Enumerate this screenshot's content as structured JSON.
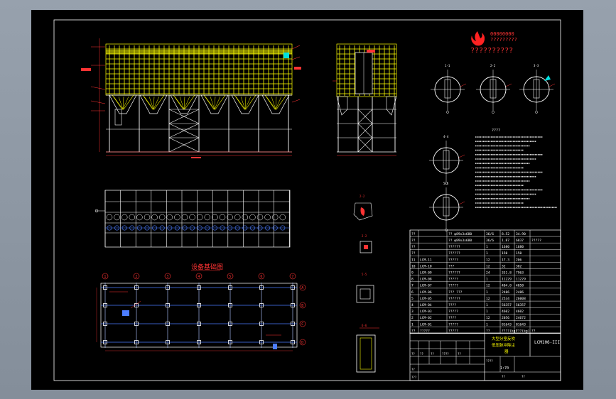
{
  "title_block": {
    "company_line1": "大型分室反吹",
    "company_line2": "低压脉冲除尘",
    "company_line3": "器",
    "drawing_no": "LCM106-III",
    "scale": "1:70",
    "sheet_marks": [
      "????",
      "??",
      "??"
    ],
    "small_marks": [
      "??",
      "??",
      "??",
      "????",
      "??",
      "??",
      "???"
    ]
  },
  "logo": {
    "brand": "?????????",
    "brand_top": "00000000",
    "subtitle": "??????????"
  },
  "plan_title": "设备基础图",
  "plan_axes_top": [
    "1",
    "2",
    "3",
    "4",
    "5",
    "6",
    "7"
  ],
  "plan_axes_right": [
    "A",
    "B",
    "C",
    "D"
  ],
  "section_labels": {
    "s1": "1-1",
    "s2": "2-2",
    "s3": "3-3",
    "s4": "4-4",
    "s5": "5-5",
    "s6": "6-6",
    "k1": "2-2",
    "k2": "2-2"
  },
  "notes_title": "????",
  "parts_table": {
    "rows": [
      {
        "no": "??",
        "code": "",
        "name": "?? φ89x3x680",
        "qty": "36/6",
        "w1": "8.52",
        "w2": "34.90",
        "rem": ""
      },
      {
        "no": "??",
        "code": "",
        "name": "?? φ89x3x680",
        "qty": "36/6",
        "w1": "1.87",
        "w2": "6837",
        "rem": "?????"
      },
      {
        "no": "??",
        "code": "",
        "name": "??????",
        "qty": "1",
        "w1": "1680",
        "w2": "1680",
        "rem": ""
      },
      {
        "no": "??",
        "code": "",
        "name": "??????",
        "qty": "1",
        "w1": "150",
        "w2": "150",
        "rem": ""
      },
      {
        "no": "11",
        "code": "LCM-11",
        "name": "?????",
        "qty": "12",
        "w1": "17.3",
        "w2": "206",
        "rem": ""
      },
      {
        "no": "10",
        "code": "LCM-10",
        "name": "???",
        "qty": "12",
        "w1": "32",
        "w2": "382",
        "rem": ""
      },
      {
        "no": "9",
        "code": "LCM-09",
        "name": "??????",
        "qty": "24",
        "w1": "331.8",
        "w2": "7963",
        "rem": ""
      },
      {
        "no": "8",
        "code": "LCM-08",
        "name": "?????",
        "qty": "1",
        "w1": "11229",
        "w2": "11229",
        "rem": ""
      },
      {
        "no": "7",
        "code": "LCM-07",
        "name": "?????",
        "qty": "12",
        "w1": "404.8",
        "w2": "4858",
        "rem": ""
      },
      {
        "no": "6",
        "code": "LCM-06",
        "name": "??? ???",
        "qty": "1",
        "w1": "2486",
        "w2": "2486",
        "rem": ""
      },
      {
        "no": "5",
        "code": "LCM-05",
        "name": "??????",
        "qty": "12",
        "w1": "2534",
        "w2": "26008",
        "rem": ""
      },
      {
        "no": "4",
        "code": "LCM-04",
        "name": "????",
        "qty": "1",
        "w1": "56357",
        "w2": "56357",
        "rem": ""
      },
      {
        "no": "3",
        "code": "LCM-03",
        "name": "?????",
        "qty": "1",
        "w1": "4602",
        "w2": "4602",
        "rem": ""
      },
      {
        "no": "2",
        "code": "LCM-02",
        "name": "????",
        "qty": "12",
        "w1": "2056",
        "w2": "24672",
        "rem": ""
      },
      {
        "no": "1",
        "code": "LCM-01",
        "name": "?????",
        "qty": "1",
        "w1": "81643",
        "w2": "81643",
        "rem": ""
      },
      {
        "no": "??",
        "code": "?????",
        "name": "?????",
        "qty": "??",
        "w1": "????(kg)",
        "w2": "???(kg)",
        "rem": "??"
      }
    ]
  },
  "colors": {
    "cad_background": "#000000",
    "filter_bags": "#ffff00",
    "structure": "#ffffff",
    "leader": "#ff3333",
    "dimension": "#ff3333",
    "column_dots": "#4d7dff",
    "accent_cyan": "#00e0e0",
    "frame_outer": "#ffffff"
  }
}
